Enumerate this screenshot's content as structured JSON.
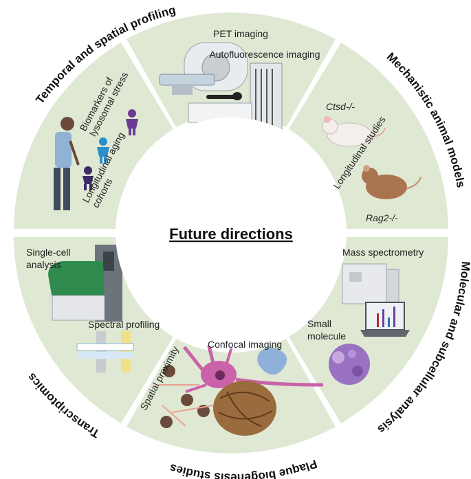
{
  "center_title": "Future directions",
  "colors": {
    "segment_fill": "#dfe8d3",
    "segment_edge": "#ffffff",
    "text": "#222222"
  },
  "categories": {
    "temporal": "Temporal and spatial profiling",
    "mechanistic": "Mechanistic animal models",
    "molecular": "Molecular and subcellular analysis",
    "plaque": "Plaque biogenesis studies",
    "transcriptomics": "Transcriptomics"
  },
  "labels": {
    "pet": "PET imaging",
    "autofluor": "Autofluorescence imaging",
    "biomarkers_1": "Biomarkers of",
    "biomarkers_2": "lysosomal stress",
    "longitudinal_aging_1": "Longitudinal aging",
    "longitudinal_aging_2": "cohorts",
    "ctsd": "Ctsd-/-",
    "longitudinal_studies": "Longitudinal studies",
    "rag2": "Rag2-/-",
    "mass_spec": "Mass spectrometry",
    "small_molecule_1": "Small",
    "small_molecule_2": "molecule",
    "confocal": "Confocal imaging",
    "spatial_proximity": "Spatial proximity",
    "single_cell_1": "Single-cell",
    "single_cell_2": "analysis",
    "spectral": "Spectral profiling"
  }
}
